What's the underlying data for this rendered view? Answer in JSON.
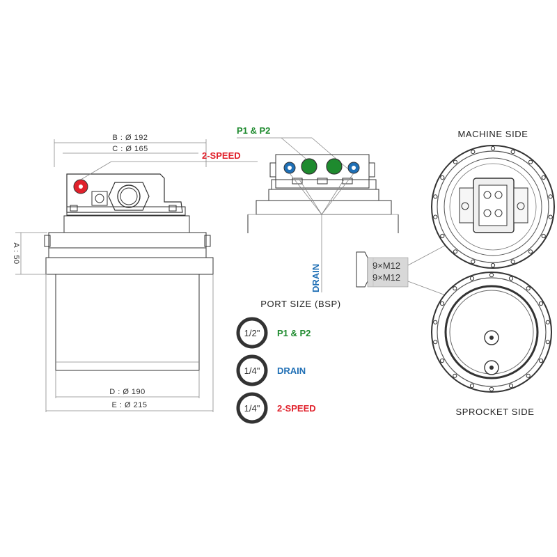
{
  "colors": {
    "p1p2": "#1e8a2e",
    "drain": "#1f6fb5",
    "two_speed": "#e0212b",
    "outline": "#333333",
    "body_fill": "#f4f4f4"
  },
  "side_view": {
    "dim_b": "B : Ø 192",
    "dim_c": "C : Ø 165",
    "dim_a": "A : 50",
    "dim_d": "D : Ø 190",
    "dim_e": "E : Ø 215",
    "callout_two_speed": "2-SPEED"
  },
  "top_view": {
    "callout_p1p2": "P1 & P2",
    "callout_drain": "DRAIN"
  },
  "bolts": {
    "label_top": "9×M12",
    "label_bottom": "9×M12"
  },
  "port_size": {
    "title": "PORT SIZE (BSP)",
    "rows": [
      {
        "size": "1/2\"",
        "name": "P1 & P2",
        "color": "#1e8a2e"
      },
      {
        "size": "1/4\"",
        "name": "DRAIN",
        "color": "#1f6fb5"
      },
      {
        "size": "1/4\"",
        "name": "2-SPEED",
        "color": "#e0212b"
      }
    ]
  },
  "end_views": {
    "machine_side": "MACHINE SIDE",
    "sprocket_side": "SPROCKET SIDE"
  }
}
